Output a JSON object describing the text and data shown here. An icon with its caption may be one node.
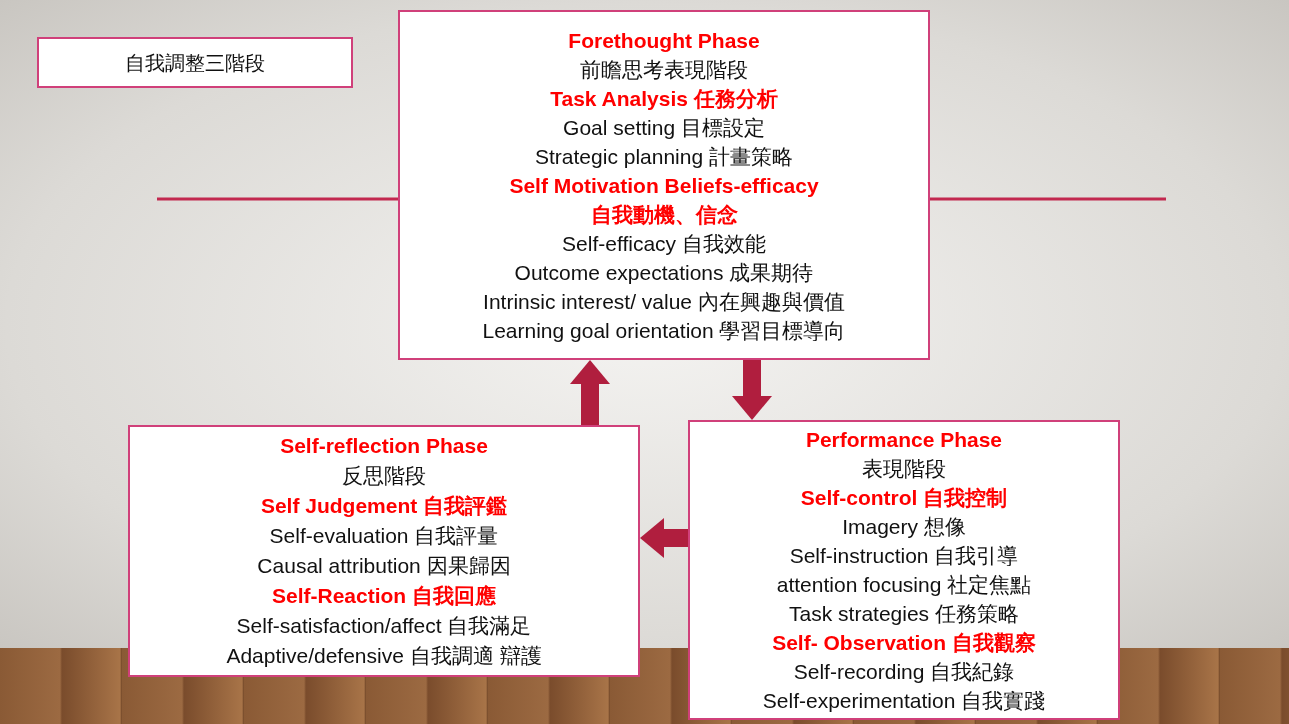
{
  "diagram": {
    "nodes": [
      {
        "text": [
          "自我調整三階段"
        ]
      },
      {
        "text": [
          "Forethought Phase",
          "前瞻思考表現階段",
          "Task Analysis 任務分析",
          "Goal setting 目標設定",
          "Strategic planning 計畫策略",
          "Self Motivation Beliefs-efficacy",
          "自我動機、信念",
          "Self-efficacy 自我效能",
          "Outcome expectations 成果期待",
          "Intrinsic interest/ value 內在興趣與價值",
          "Learning goal orientation 學習目標導向"
        ]
      },
      {
        "text": [
          "Performance Phase",
          "表現階段",
          "Self-control 自我控制",
          "Imagery 想像",
          "Self-instruction 自我引導",
          "attention focusing 社定焦點",
          "Task strategies  任務策略",
          "Self- Observation 自我觀察",
          "Self-recording 自我紀錄",
          "Self-experimentation 自我實踐"
        ]
      },
      {
        "text": [
          "Self-reflection Phase",
          "反思階段",
          "Self Judgement 自我評鑑",
          "Self-evaluation 自我評量",
          "Causal attribution 因果歸因",
          "Self-Reaction 自我回應",
          "Self-satisfaction/affect  自我滿足",
          "Adaptive/defensive 自我調適 辯護"
        ]
      }
    ],
    "edges": [
      {
        "from": 1,
        "to": 2,
        "arrow": "to"
      },
      {
        "from": 2,
        "to": 3,
        "arrow": "to"
      },
      {
        "from": 3,
        "to": 1,
        "arrow": "to"
      }
    ]
  }
}
